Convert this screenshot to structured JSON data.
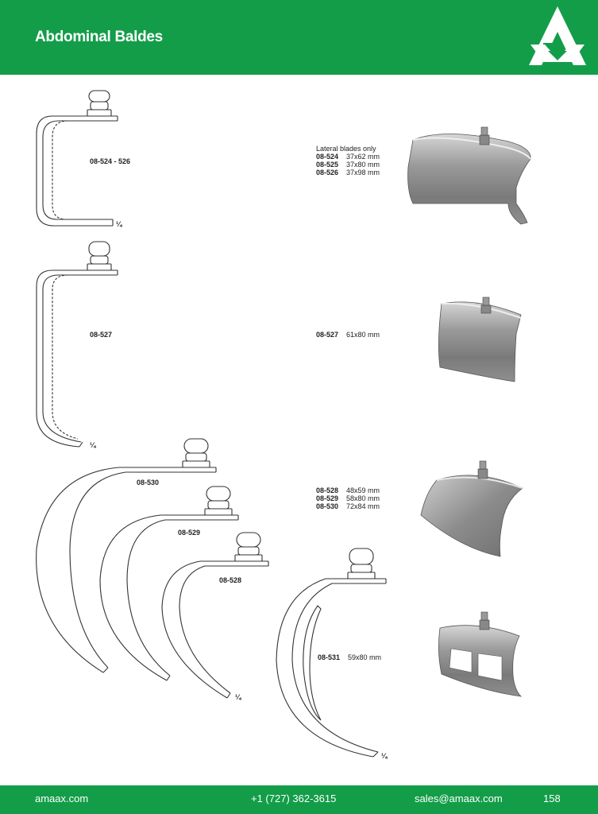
{
  "header": {
    "title": "Abdominal Baldes"
  },
  "labels": {
    "l1": "08-524 - 526",
    "l2": "08-527",
    "l3": "08-530",
    "l4": "08-529",
    "l5": "08-528",
    "scale": "¼"
  },
  "specs": {
    "g1_note": "Lateral blades only",
    "g1": [
      {
        "code": "08-524",
        "size": "37x62 mm"
      },
      {
        "code": "08-525",
        "size": "37x80 mm"
      },
      {
        "code": "08-526",
        "size": "37x98 mm"
      }
    ],
    "g2": [
      {
        "code": "08-527",
        "size": "61x80 mm"
      }
    ],
    "g3": [
      {
        "code": "08-528",
        "size": "48x59 mm"
      },
      {
        "code": "08-529",
        "size": "58x80 mm"
      },
      {
        "code": "08-530",
        "size": "72x84 mm"
      }
    ],
    "g4": [
      {
        "code": "08-531",
        "size": "59x80 mm"
      }
    ]
  },
  "footer": {
    "website": "amaax.com",
    "phone": "+1 (727) 362-3615",
    "email": "sales@amaax.com",
    "page": "158"
  }
}
